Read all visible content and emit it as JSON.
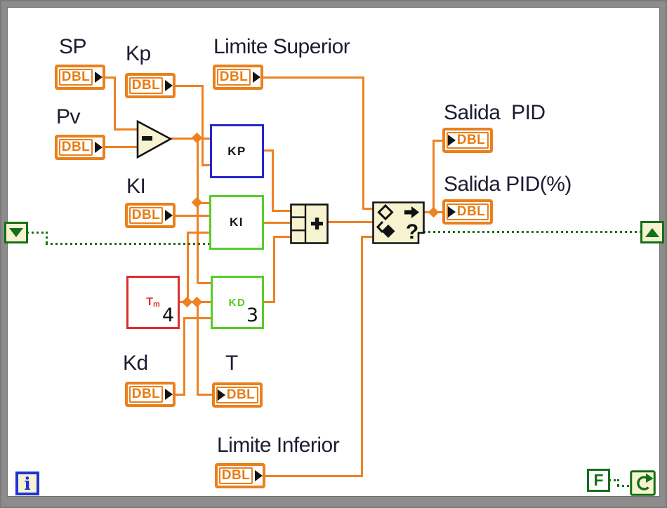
{
  "dbl": "DBL",
  "labels": {
    "sp": "SP",
    "kp": "Kp",
    "pv": "Pv",
    "ki": "KI",
    "kd": "Kd",
    "t": "T",
    "limite_superior": "Limite Superior",
    "limite_inferior": "Limite Inferior",
    "salida_pid": "Salida  PID",
    "salida_pid_pct": "Salida PID(%)"
  },
  "nodes": {
    "kp_subvi": "KP",
    "ki_subvi": "KI",
    "kd_subvi": "KD",
    "tm_main": "T",
    "tm_sub": "m",
    "tm_value": "4",
    "kd_value": "3",
    "inrange_question": "?"
  },
  "loop": {
    "iteration": "i",
    "stop_constant": "F"
  },
  "colors": {
    "wire_orange": "#EE8122",
    "boolean_green": "#157015",
    "subvi_green": "#58CC29",
    "subvi_blue": "#2727CE",
    "subvi_red": "#DC2F2F",
    "node_cream": "#F7F3D1",
    "label_text": "#1C1C32"
  }
}
